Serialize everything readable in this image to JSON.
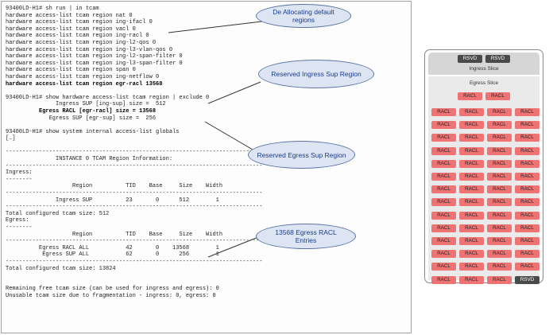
{
  "terminal": {
    "lines": [
      "93400LD-H1# sh run | in tcam",
      "hardware access-list tcam region nat 0",
      "hardware access-list tcam region ing-ifacl 0",
      "hardware access-list tcam region vacl 0",
      "hardware access-list tcam region ing-racl 0",
      "hardware access-list tcam region ing-l2-qos 0",
      "hardware access-list tcam region ing-l3-vlan-qos 0",
      "hardware access-list tcam region ing-l2-span-filter 0",
      "hardware access-list tcam region ing-l3-span-filter 0",
      "hardware access-list tcam region span 0",
      "hardware access-list tcam region ing-netflow 0",
      "hardware access-list tcam region egr-racl 13568",
      "",
      "93400LD-H1# show hardware access-list tcam region | exclude 0",
      "               Ingress SUP [ing-sup] size =  512",
      "          Egress RACL [egr-racl] size = 13568",
      "             Egress SUP [egr-sup] size =  256",
      "",
      "93400LD-H1# show system internal access-list globals",
      "[…]",
      "",
      "-----------------------------------------------------------------------------",
      "               INSTANCE 0 TCAM Region Information:",
      "-----------------------------------------------------------------------------",
      "Ingress:",
      "--------",
      "                    Region          TID    Base     Size    Width",
      "-----------------------------------------------------------------------------",
      "               Ingress SUP          23       0      512        1",
      "-----------------------------------------------------------------------------",
      "Total configured tcam size: 512",
      "Egress:",
      "--------",
      "                    Region          TID    Base     Size    Width",
      "-----------------------------------------------------------------------------",
      "          Egress RACL ALL           42       0    13568        1",
      "           Egress SUP ALL           62       0      256        1",
      "-----------------------------------------------------------------------------",
      "Total configured tcam size: 13824",
      "",
      "",
      "Remaining free tcam size (can be used for ingress and egress): 0",
      "Unusable tcam size due to fragmentation - ingress: 0, egress: 0"
    ]
  },
  "callouts": {
    "dealloc": "De Allocating default regions",
    "ingress_sup": "Reserved Ingress Sup Region",
    "egress_sup": "Reserved Egress Sup Region",
    "egress_racl": "13568 Egress RACL Entries"
  },
  "panel": {
    "ingress_title": "Ingress Slice",
    "egress_title": "Egress Slice",
    "rsvd_label": "RSVD",
    "racl_label": "RACL"
  }
}
